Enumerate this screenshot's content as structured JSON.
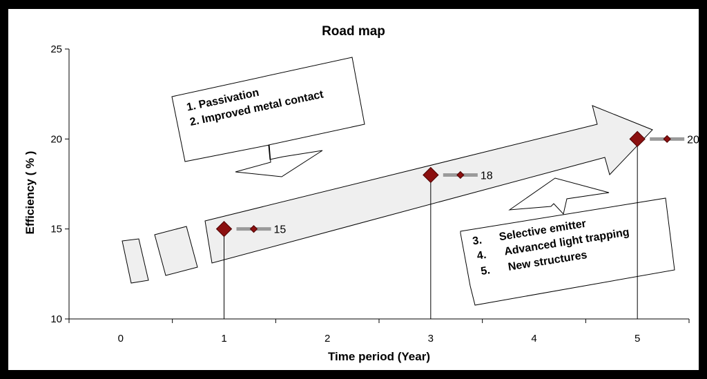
{
  "chart_data": {
    "type": "scatter",
    "title": "Road map",
    "xlabel": "Time period (Year)",
    "ylabel": "Efficiency ( % )",
    "x_ticks": [
      "0",
      "1",
      "2",
      "3",
      "4",
      "5"
    ],
    "y_ticks": [
      "10",
      "15",
      "20",
      "25"
    ],
    "xlim": [
      -0.5,
      5.5
    ],
    "ylim": [
      10,
      25
    ],
    "grid": false,
    "points": [
      {
        "x": 1,
        "y": 15,
        "label": "15"
      },
      {
        "x": 3,
        "y": 18,
        "label": "18"
      },
      {
        "x": 5,
        "y": 20,
        "label": "20"
      }
    ],
    "marker_color": "#8b1010",
    "bar_color": "#9a9a9a",
    "arrow_fill": "#efefef",
    "annotations": {
      "near_term": [
        "1.  Passivation",
        "2.  Improved metal contact"
      ],
      "long_term": [
        {
          "num": "3.",
          "text": "Selective emitter"
        },
        {
          "num": "4.",
          "text": "Advanced light trapping"
        },
        {
          "num": "5.",
          "text": "New structures"
        }
      ]
    }
  }
}
